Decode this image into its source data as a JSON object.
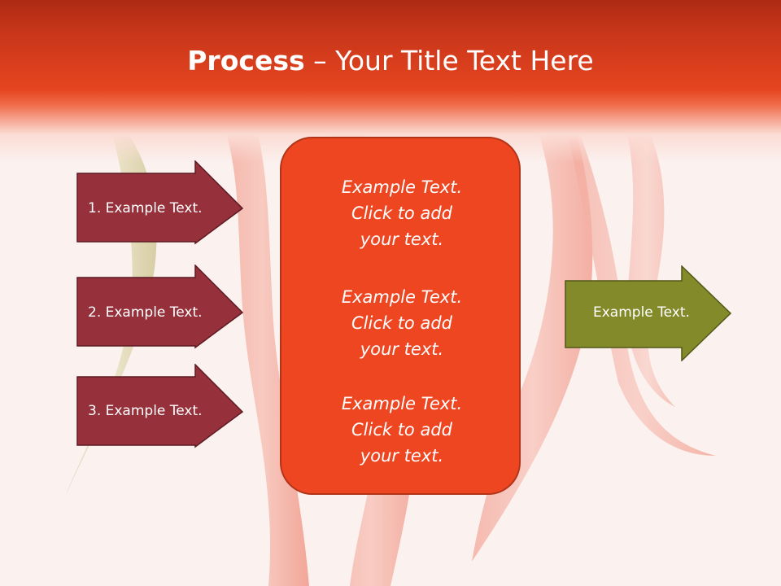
{
  "title": {
    "bold": "Process",
    "rest": " – Your Title Text Here"
  },
  "left_steps": [
    {
      "label": "1. Example Text."
    },
    {
      "label": "2. Example Text."
    },
    {
      "label": "3. Example Text."
    }
  ],
  "center_blocks": [
    {
      "line1": "Example Text.",
      "line2": "Click  to add",
      "line3": "your text."
    },
    {
      "line1": "Example Text.",
      "line2": "Click  to add",
      "line3": "your text."
    },
    {
      "line1": "Example Text.",
      "line2": "Click  to add",
      "line3": "your text."
    }
  ],
  "right_arrow": {
    "label": "Example Text."
  },
  "colors": {
    "header": "#e5451f",
    "left_arrow_fill": "#96303a",
    "center_fill": "#ef4622",
    "right_arrow_fill": "#838a2a"
  }
}
